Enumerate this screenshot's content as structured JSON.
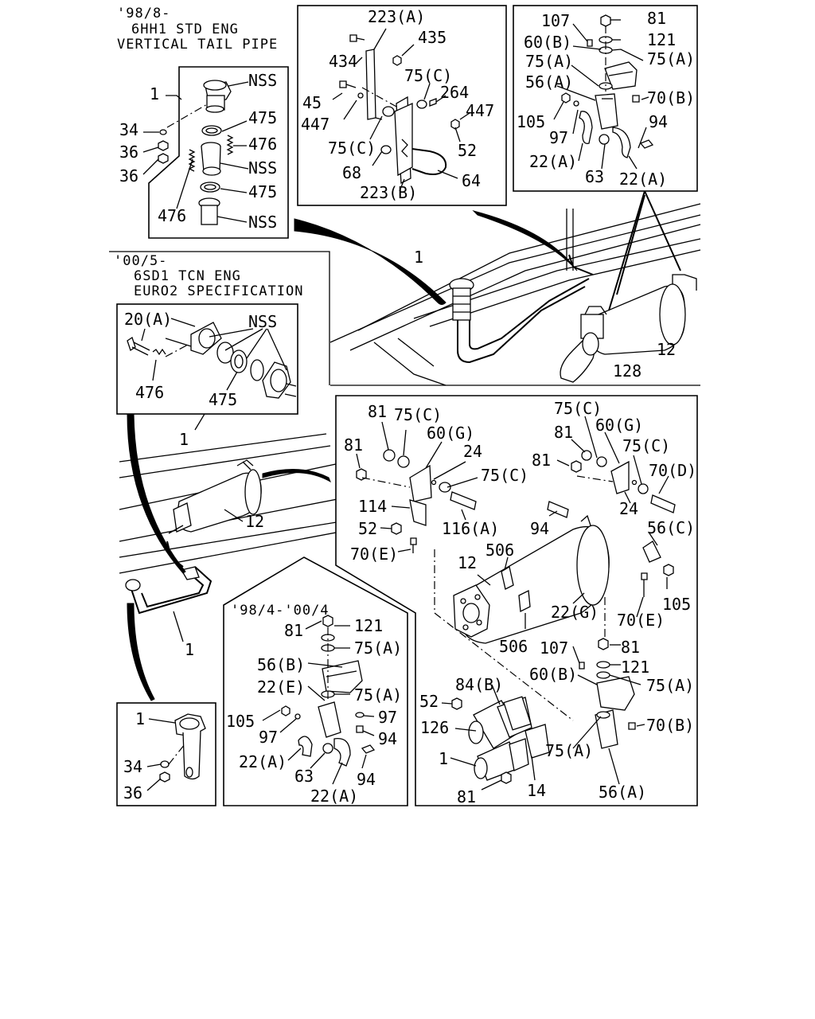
{
  "headers": {
    "top_left": [
      "'98/8-",
      "6HH1 STD ENG",
      "VERTICAL TAIL PIPE"
    ],
    "mid_left": [
      "'00/5-",
      "6SD1 TCN ENG",
      "EURO2 SPECIFICATION"
    ],
    "bottom_middle": [
      "'98/4-'00/4"
    ]
  },
  "labels": {
    "tl": [
      "1",
      "NSS",
      "34",
      "36",
      "36",
      "475",
      "476",
      "NSS",
      "476",
      "475",
      "NSS"
    ],
    "tc": [
      "223(A)",
      "435",
      "434",
      "75(C)",
      "45",
      "264",
      "447",
      "447",
      "75(C)",
      "52",
      "68",
      "223(B)",
      "64"
    ],
    "tr": [
      "107",
      "81",
      "60(B)",
      "121",
      "75(A)",
      "75(A)",
      "56(A)",
      "70(B)",
      "105",
      "94",
      "97",
      "22(A)",
      "63",
      "22(A)"
    ],
    "truck_top": [
      "1",
      "12",
      "128"
    ],
    "ml": [
      "20(A)",
      "NSS",
      "476",
      "475",
      "1"
    ],
    "truck_left": [
      "12",
      "1"
    ],
    "bl": [
      "1",
      "34",
      "36"
    ],
    "bm": [
      "81",
      "121",
      "75(A)",
      "56(B)",
      "22(E)",
      "75(A)",
      "105",
      "97",
      "97",
      "94",
      "22(A)",
      "63",
      "94",
      "22(A)"
    ],
    "br": [
      "81",
      "75(C)",
      "60(G)",
      "81",
      "24",
      "75(C)",
      "114",
      "116(A)",
      "52",
      "70(E)",
      "75(C)",
      "60(G)",
      "81",
      "75(C)",
      "81",
      "70(D)",
      "24",
      "94",
      "56(C)",
      "506",
      "12",
      "105",
      "22(G)",
      "70(E)",
      "506",
      "107",
      "81",
      "121",
      "60(B)",
      "75(A)",
      "84(B)",
      "52",
      "70(B)",
      "126",
      "75(A)",
      "1",
      "14",
      "81",
      "56(A)"
    ]
  }
}
